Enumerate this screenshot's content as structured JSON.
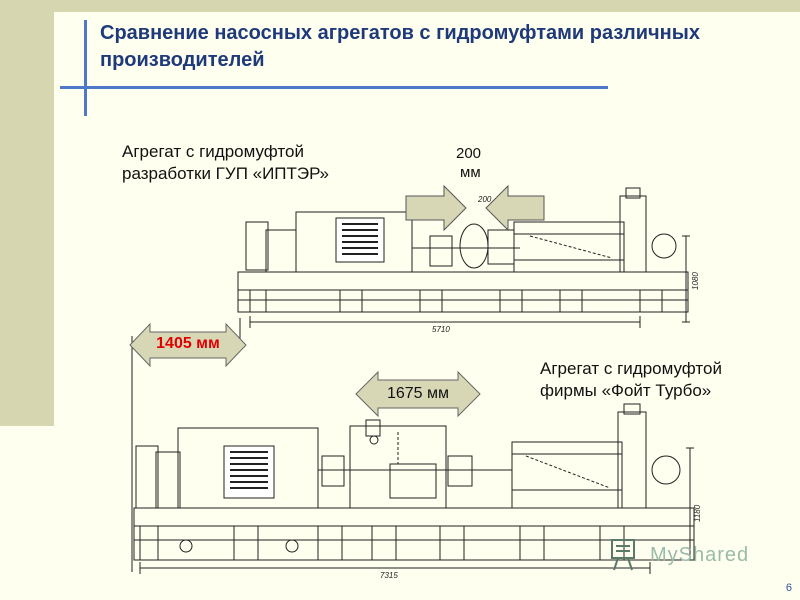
{
  "title": "Сравнение насосных агрегатов с гидромуфтами различных производителей",
  "labels": {
    "top_unit": "Агрегат с гидромуфтой разработки ГУП «ИПТЭР»",
    "bottom_unit": "Агрегат с гидромуфтой фирмы «Фойт Турбо»",
    "gap_200_value": "200",
    "gap_200_unit": "мм",
    "length_diff": "1405 мм",
    "coupling_length": "1675 мм"
  },
  "dimensions": {
    "top_small_200": "200",
    "top_total": "5710",
    "top_height": "1080",
    "bottom_total": "7315",
    "bottom_height": "1180"
  },
  "watermark": "MyShared",
  "page_number": "6",
  "colors": {
    "background": "#fffff0",
    "left_band": "#d6d6b0",
    "top_band": "#d6d6b0",
    "title": "#1f3a7a",
    "blue_line": "#4e78c8",
    "arrow_fill": "#d7d7b6",
    "arrow_red_text": "#e00000"
  }
}
